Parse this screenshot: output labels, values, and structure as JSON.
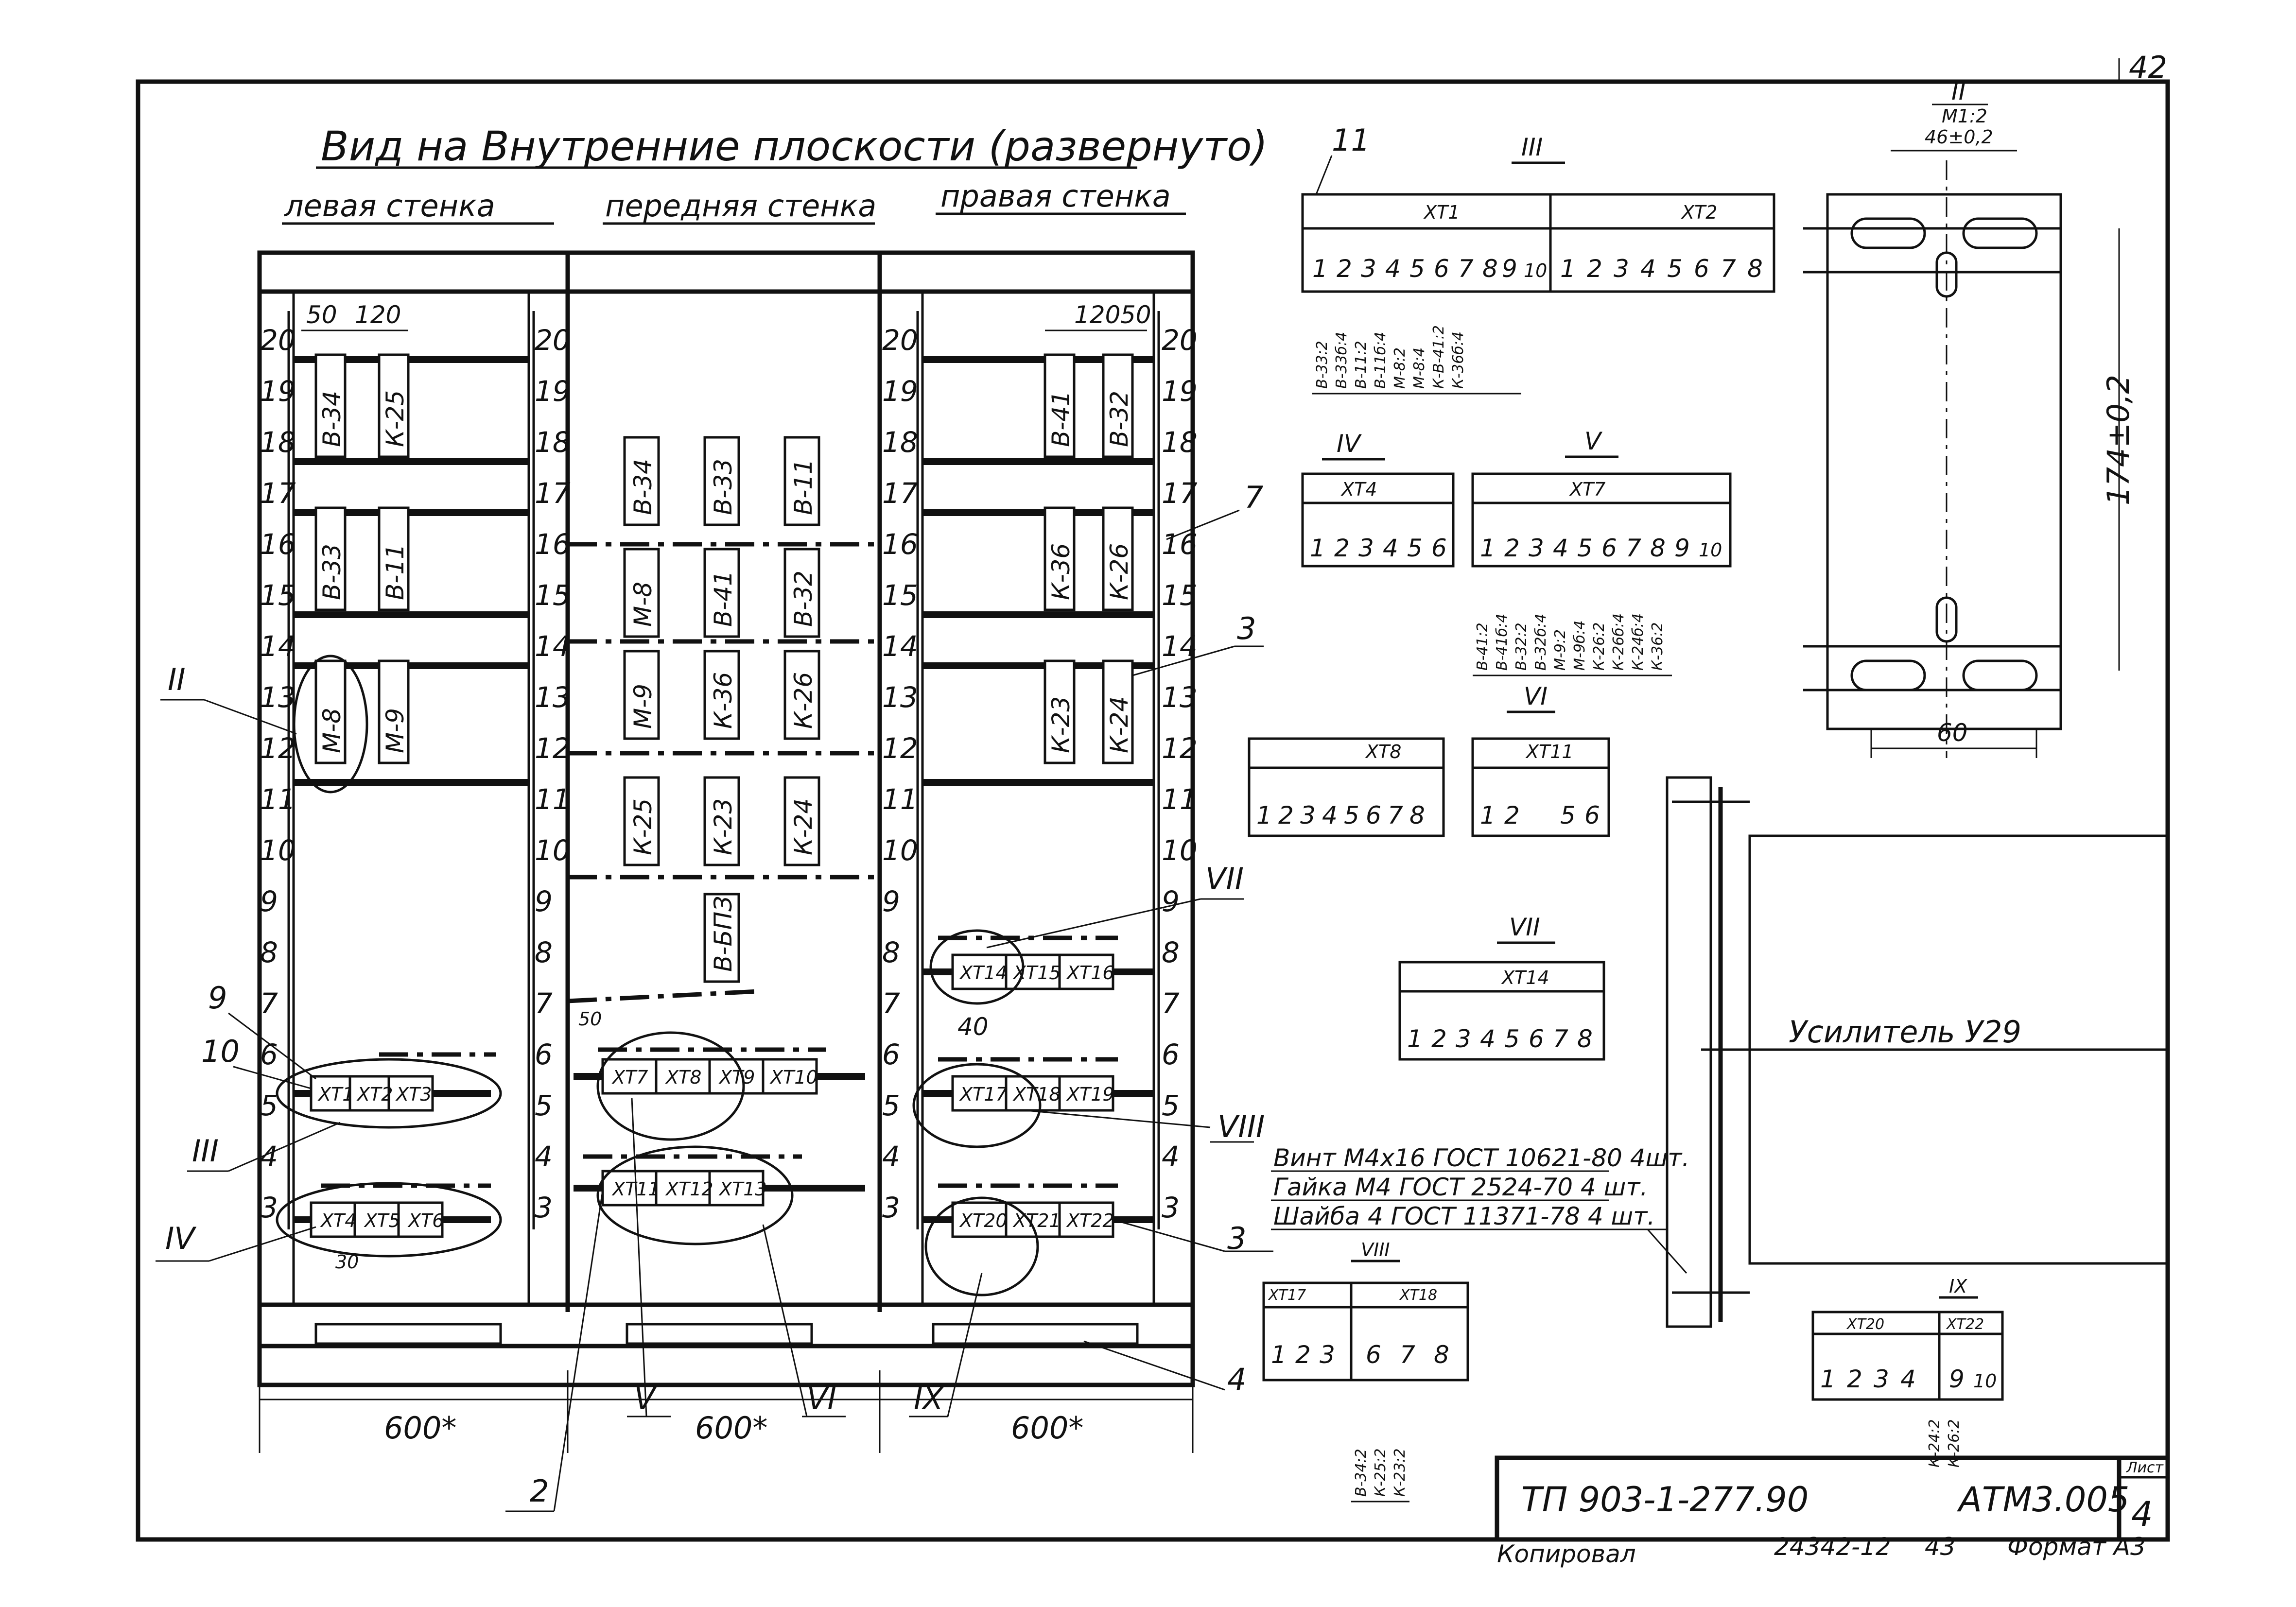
{
  "sheet_no": "42",
  "title": "Вид на Внутренние плоскости (развернуто)",
  "walls": {
    "left": "левая стенка",
    "front": "передняя стенка",
    "right": "правая стенка"
  },
  "ruler": [
    "20",
    "19",
    "18",
    "17",
    "16",
    "15",
    "14",
    "13",
    "12",
    "11",
    "10",
    "9",
    "8",
    "7",
    "6",
    "5",
    "4",
    "3"
  ],
  "left_wall": {
    "dim_a": "50",
    "dim_b": "120",
    "devices": [
      "В-34",
      "К-25",
      "В-33",
      "В-11",
      "М-8",
      "М-9"
    ],
    "dim_bottom": "30"
  },
  "right_wall": {
    "dim_a": "120",
    "dim_b": "50",
    "devices": [
      "В-41",
      "В-32",
      "К-36",
      "К-26",
      "К-23",
      "К-24"
    ],
    "dim_mid": "40"
  },
  "front_wall": {
    "devices": [
      "В-34",
      "В-33",
      "В-11",
      "М-8",
      "В-41",
      "В-32",
      "М-9",
      "К-36",
      "К-26",
      "К-25",
      "К-23",
      "К-24",
      "В-БПЗ"
    ],
    "dim": "50"
  },
  "terminal_groups": {
    "left_upper": [
      "XT1",
      "XT2",
      "XT3"
    ],
    "left_lower": [
      "XT4",
      "XT5",
      "XT6"
    ],
    "front_upper": [
      "XT7",
      "XT8",
      "XT9",
      "XT10"
    ],
    "front_lower": [
      "XT11",
      "XT12",
      "XT13"
    ],
    "right_a": [
      "XT14",
      "XT15",
      "XT16"
    ],
    "right_b": [
      "XT17",
      "XT18",
      "XT19"
    ],
    "right_c": [
      "XT20",
      "XT21",
      "XT22"
    ]
  },
  "widths": [
    "600*",
    "600*",
    "600*"
  ],
  "callouts": [
    "9",
    "10",
    "II",
    "III",
    "IV",
    "2",
    "V",
    "VI",
    "IX",
    "VII",
    "VIII",
    "3",
    "7",
    "3",
    "4",
    "11"
  ],
  "detail_III": {
    "roman": "III",
    "labels": [
      "XT1",
      "XT2"
    ],
    "numbers_a": [
      "1",
      "2",
      "3",
      "4",
      "5",
      "6",
      "7",
      "8",
      "9",
      "10"
    ],
    "numbers_b": [
      "1",
      "2",
      "3",
      "4",
      "5",
      "6",
      "7",
      "8"
    ],
    "wires": [
      "В-33:2",
      "В-33б:4",
      "В-11:2",
      "В-11б:4",
      "М-8:2",
      "М-8:4",
      "К-В-41:2",
      "К-36б:4"
    ]
  },
  "detail_IV": {
    "roman": "IV",
    "label": "XT4",
    "numbers": [
      "1",
      "2",
      "3",
      "4",
      "5",
      "6"
    ]
  },
  "detail_V": {
    "roman": "V",
    "label": "XT7",
    "numbers": [
      "1",
      "2",
      "3",
      "4",
      "5",
      "6",
      "7",
      "8",
      "9",
      "10"
    ],
    "wires": [
      "В-41:2",
      "В-41б:4",
      "В-32:2",
      "В-32б:4",
      "М-9:2",
      "М-9б:4",
      "К-26:2",
      "К-26б:4",
      "К-24б:4",
      "К-36:2"
    ]
  },
  "detail_VI": {
    "roman": "VI",
    "label": "XT11",
    "numbers": [
      "1",
      "2",
      "5",
      "6"
    ]
  },
  "detail_plain": {
    "label": "XT8",
    "numbers": [
      "1",
      "2",
      "3",
      "4",
      "5",
      "6",
      "7",
      "8"
    ]
  },
  "detail_VII": {
    "roman": "VII",
    "label": "XT14",
    "numbers": [
      "1",
      "2",
      "3",
      "4",
      "5",
      "6",
      "7",
      "8"
    ]
  },
  "detail_VIII": {
    "roman": "VIII",
    "labels": [
      "XT17",
      "XT18"
    ],
    "numbers": [
      "1",
      "2",
      "3",
      "6",
      "7",
      "8"
    ],
    "wires": [
      "В-34:2",
      "К-25:2",
      "К-23:2"
    ]
  },
  "detail_IX": {
    "roman": "IX",
    "labels": [
      "XT20",
      "XT22"
    ],
    "numbers": [
      "1",
      "2",
      "3",
      "4",
      "9",
      "10"
    ],
    "wires": [
      "К-24:2",
      "К-26:2"
    ]
  },
  "detail_II": {
    "roman": "II",
    "sub": "М1:2",
    "dim_top": "46±0,2",
    "dim_side": "174±0,2",
    "dim_bottom": "60"
  },
  "amplifier": {
    "label": "Усилитель У29"
  },
  "hardware": [
    "Винт М4х16 ГОСТ 10621-80 4шт.",
    "Гайка М4 ГОСТ 2524-70 4 шт.",
    "Шайба 4 ГОСТ 11371-78 4 шт."
  ],
  "stamp": {
    "project": "ТП 903-1-277.90",
    "code": "АТМ3.005",
    "sheet_label": "Лист",
    "sheet": "4"
  },
  "footer": {
    "copied": "Копировал",
    "inv": "24342-12",
    "n": "43",
    "format": "Формат А3"
  }
}
